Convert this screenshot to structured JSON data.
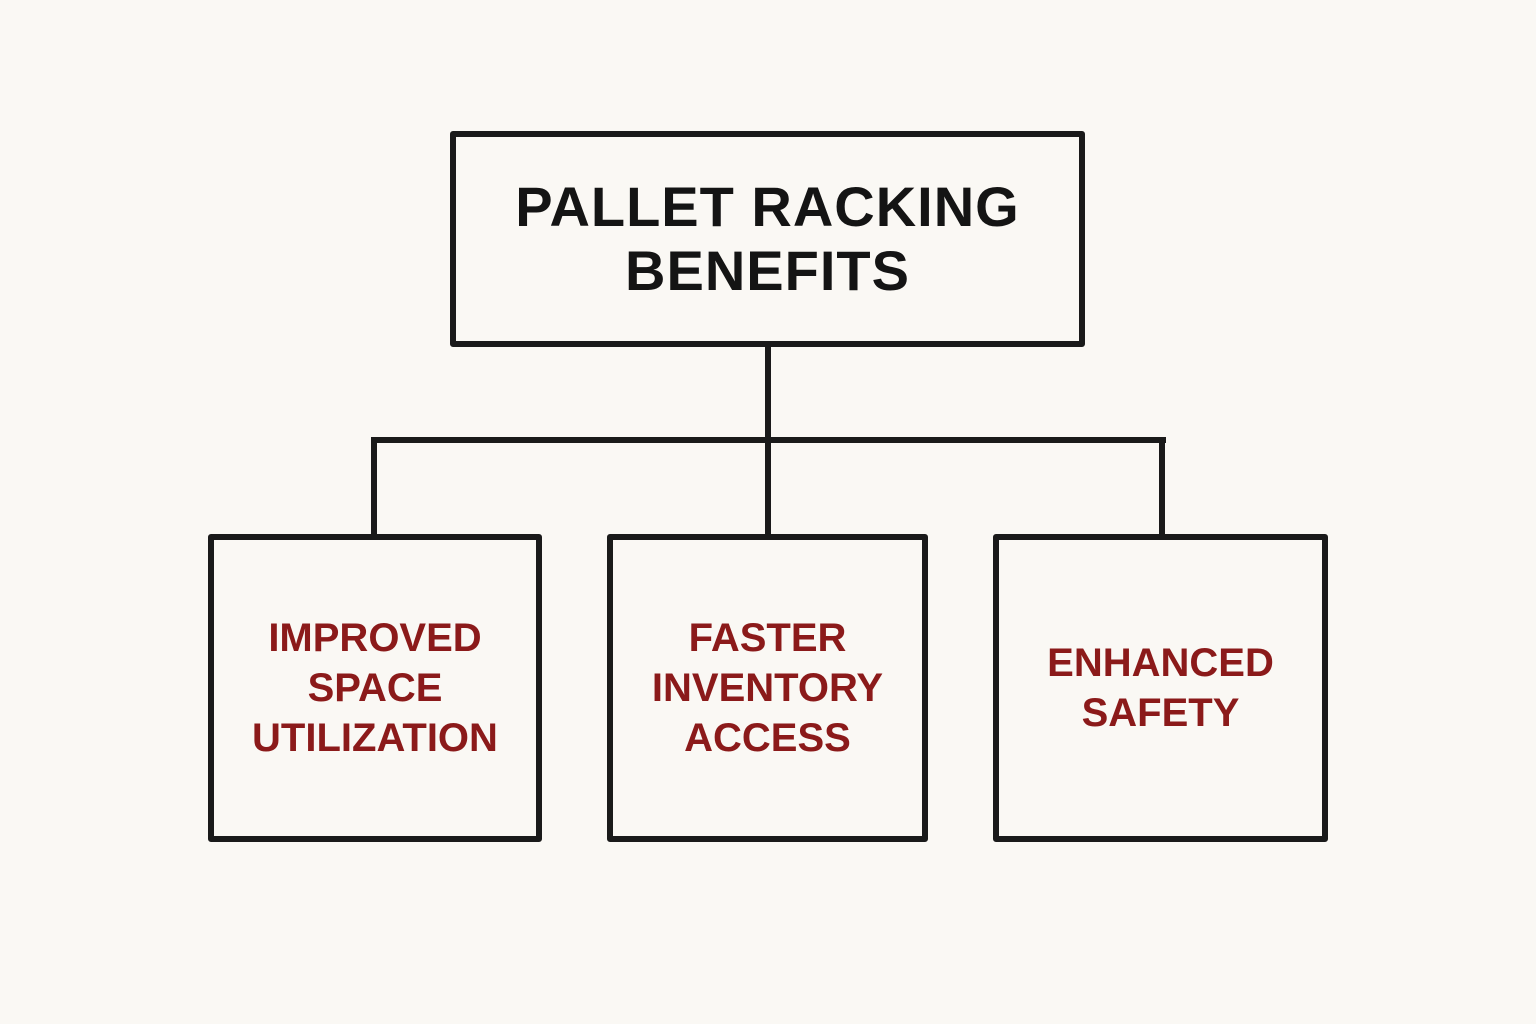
{
  "colors": {
    "background": "#faf8f4",
    "stroke": "#1a1a1a",
    "title_text": "#141414",
    "child_text": "#8b1a1a"
  },
  "diagram": {
    "root": {
      "lines": [
        "PALLET RACKING",
        "BENEFITS"
      ]
    },
    "children": [
      {
        "lines": [
          "IMPROVED",
          "SPACE",
          "UTILIZATION"
        ]
      },
      {
        "lines": [
          "FASTER",
          "INVENTORY",
          "ACCESS"
        ]
      },
      {
        "lines": [
          "ENHANCED",
          "SAFETY"
        ]
      }
    ]
  }
}
